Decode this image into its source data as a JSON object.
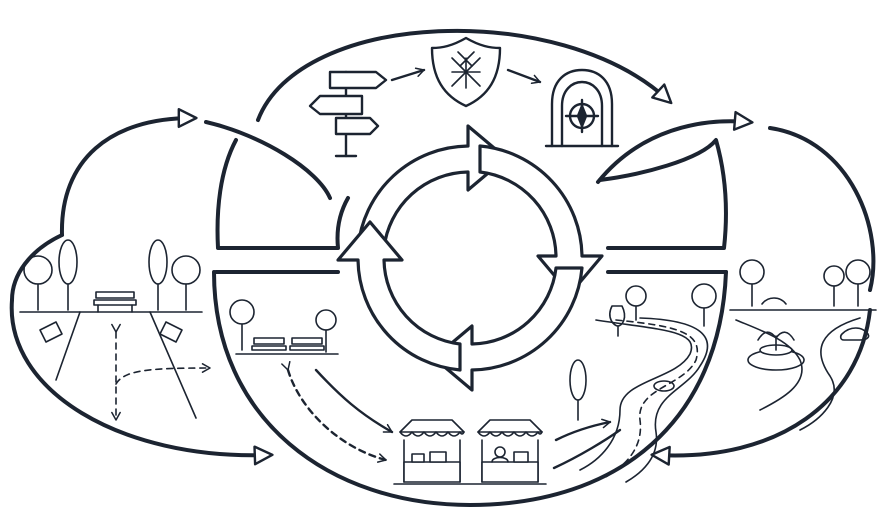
{
  "diagram": {
    "type": "circular park-circulation diagram",
    "colors": {
      "ink": "#1c2431",
      "background": "#ffffff"
    },
    "icons": [
      "signpost-icon",
      "shield-icon",
      "archway-icon",
      "park-entrance-scene",
      "picnic-benches-scene",
      "market-stalls-scene",
      "winding-path-scene",
      "fountain-scene"
    ]
  }
}
